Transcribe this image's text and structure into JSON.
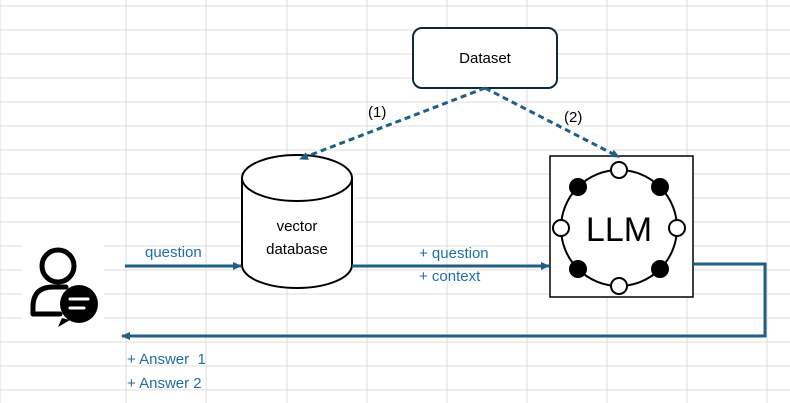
{
  "nodes": {
    "dataset": {
      "label": "Dataset"
    },
    "vector_db": {
      "line1": "vector",
      "line2": "database"
    },
    "llm": {
      "label": "LLM"
    }
  },
  "edges": {
    "step1": "(1)",
    "step2": "(2)",
    "question": "question",
    "plus_question": "+ question",
    "plus_context": "+ context",
    "answer1": "+ Answer  1",
    "answer2": "+ Answer 2"
  },
  "colors": {
    "arrow": "#1f5f85",
    "edge_label": "#1f6ea8",
    "node_border": "#0d2b3a",
    "grid": "#dcdcdc"
  },
  "icons": {
    "user": "user-chat-icon",
    "llm": "neural-ring-icon"
  }
}
